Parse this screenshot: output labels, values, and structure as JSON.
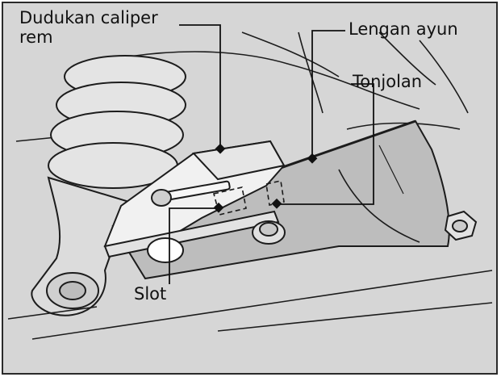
{
  "labels": {
    "caliper_bracket_line1": "Dudukan caliper",
    "caliper_bracket_line2": "rem",
    "swingarm": "Lengan ayun",
    "boss": "Tonjolan",
    "slot": "Slot"
  },
  "colors": {
    "background": "#d6d6d6",
    "frame": "#2a2a2a",
    "line": "#1c1c1c",
    "bracket": "#f1f1f1"
  }
}
